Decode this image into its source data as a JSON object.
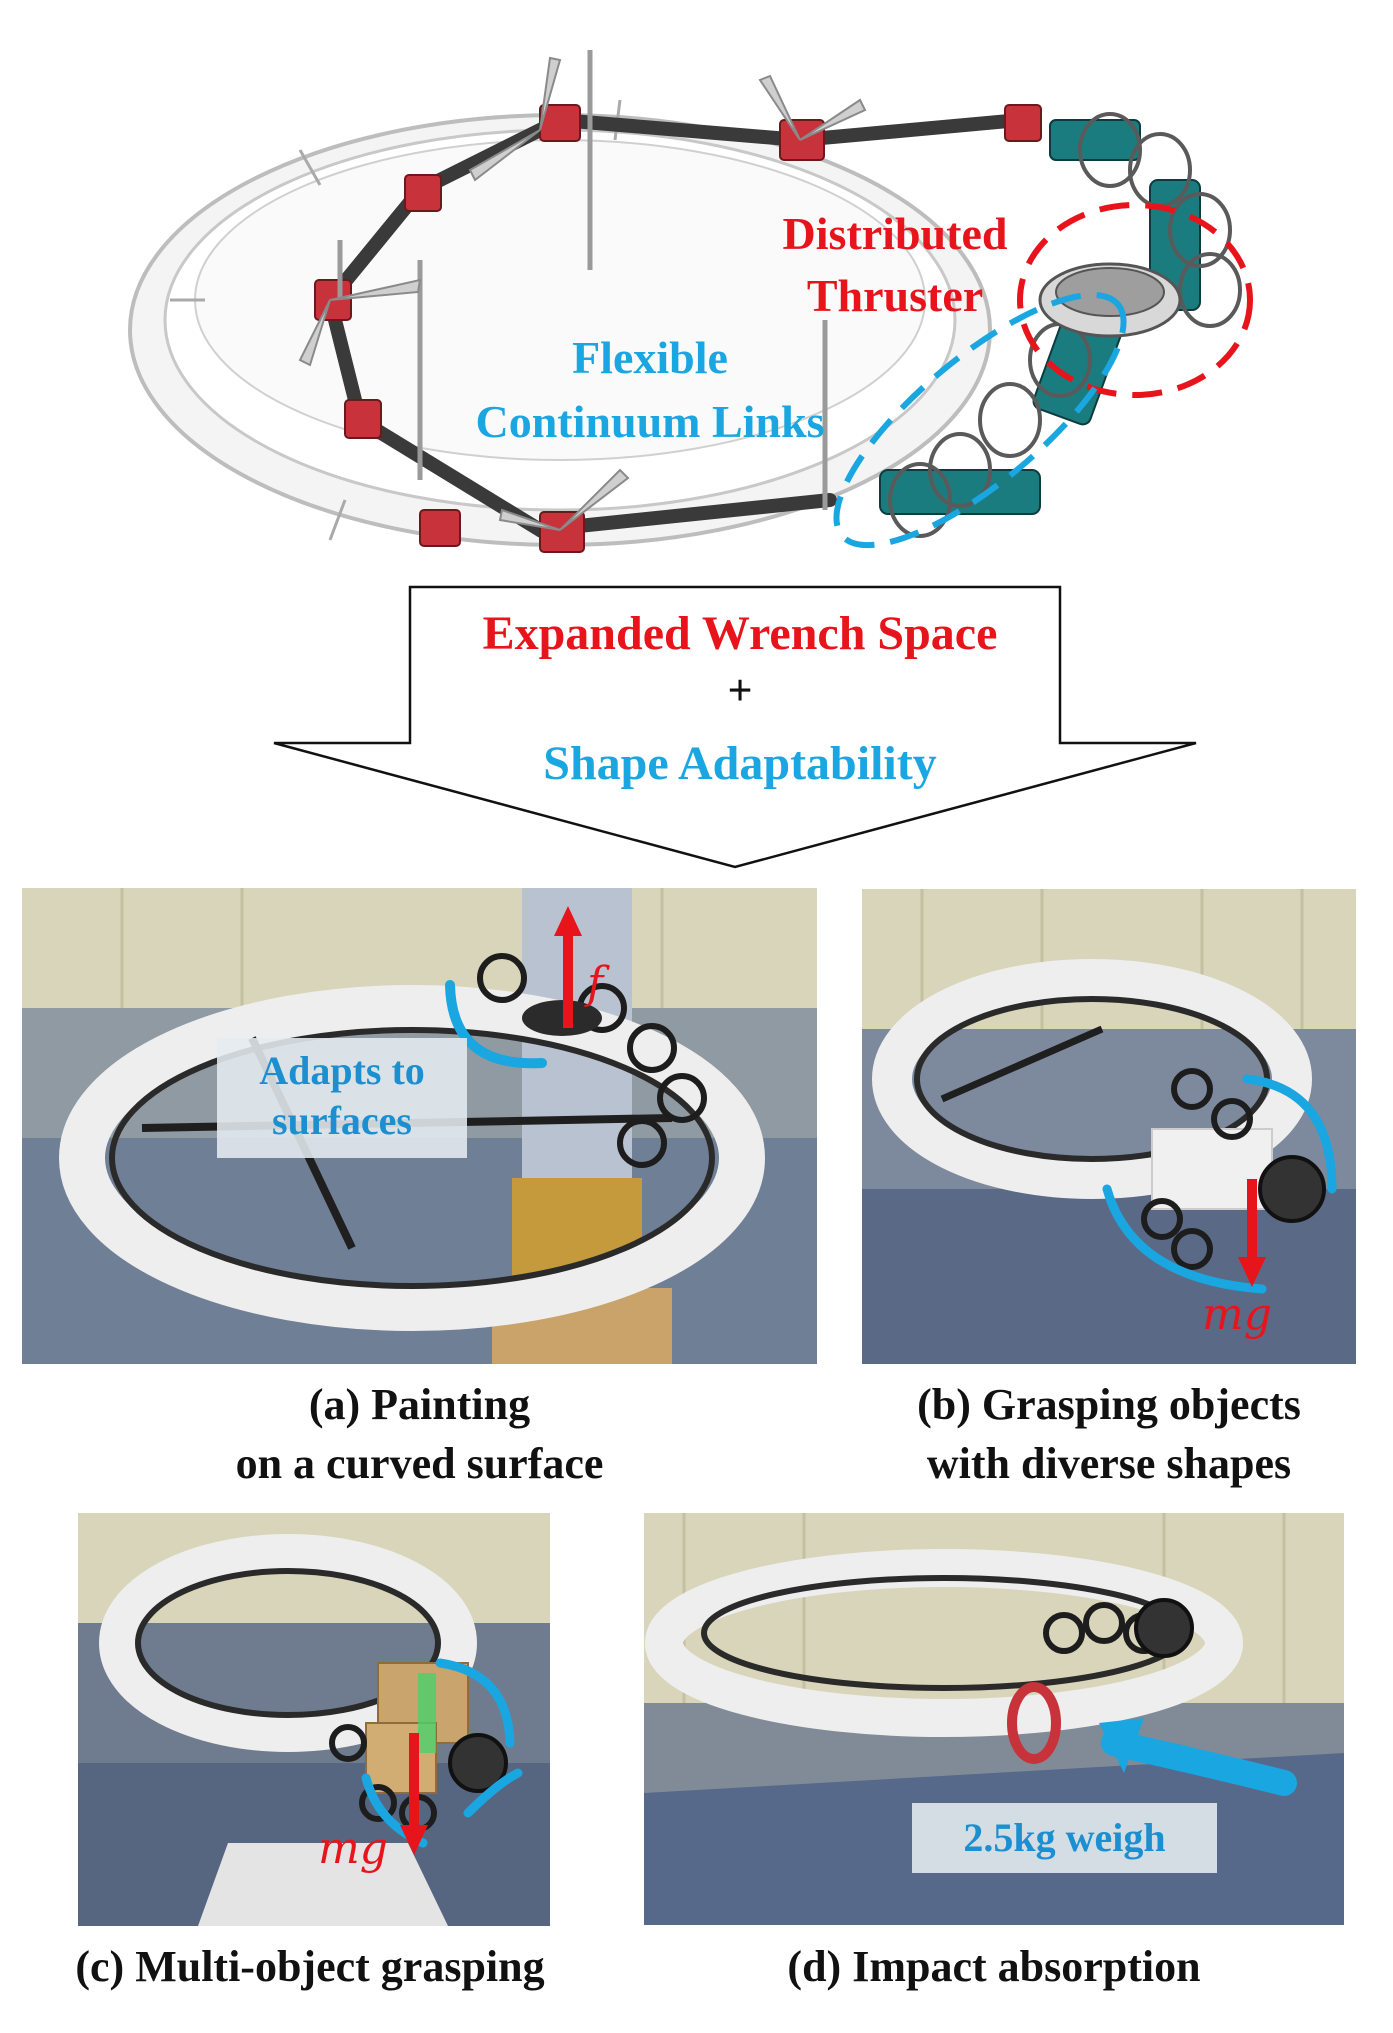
{
  "top": {
    "label_thruster_line1": "Distributed",
    "label_thruster_line2": "Thruster",
    "label_links_line1": "Flexible",
    "label_links_line2": "Continuum Links",
    "colors": {
      "red": "#e8141c",
      "blue": "#1aa6e0"
    }
  },
  "arrow": {
    "line1": "Expanded Wrench Space",
    "plus": "+",
    "line2": "Shape Adaptability"
  },
  "panels": {
    "a": {
      "callout_line1": "Adapts to",
      "callout_line2": "surfaces",
      "force_label": "f",
      "caption_line1": "(a)  Painting",
      "caption_line2": "on a curved surface"
    },
    "b": {
      "force_label": "mg",
      "caption_line1": "(b) Grasping objects",
      "caption_line2": "with diverse shapes"
    },
    "c": {
      "force_label": "mg",
      "caption": "(c) Multi-object grasping"
    },
    "d": {
      "callout": "2.5kg weigh",
      "caption": "(d) Impact absorption"
    }
  }
}
